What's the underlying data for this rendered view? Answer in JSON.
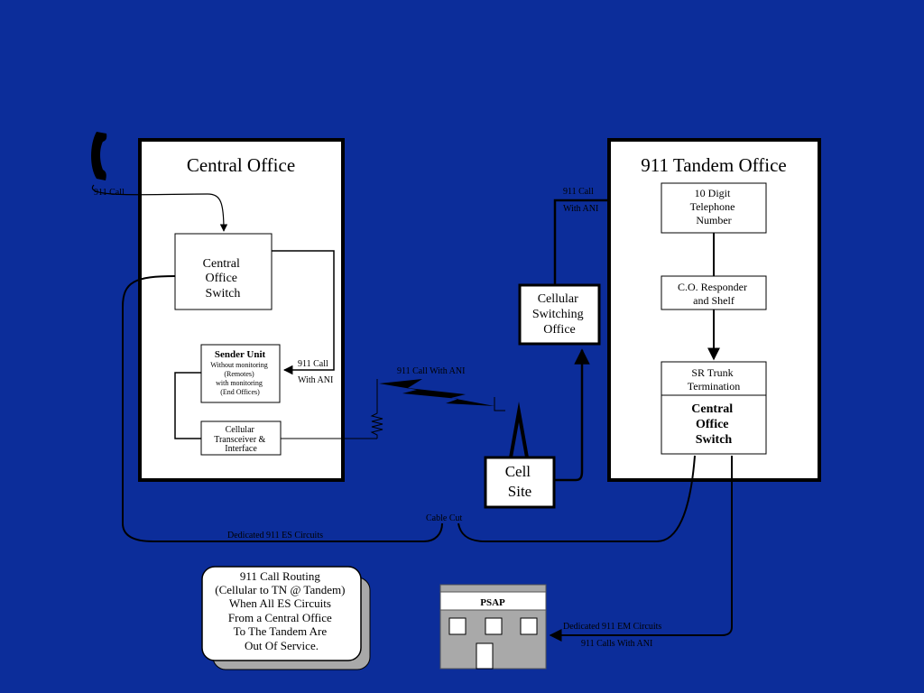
{
  "central_office": {
    "title": "Central Office",
    "switch": [
      "Central",
      "Office",
      "Switch"
    ],
    "sender_unit": {
      "title": "Sender Unit",
      "lines": [
        "Without monitoring",
        "(Remotes)",
        "with monitoring",
        "(End Offices)"
      ]
    },
    "cellular_transceiver": [
      "Cellular",
      "Transceiver &",
      "Interface"
    ]
  },
  "tandem_office": {
    "title": "911 Tandem Office",
    "ten_digit": [
      "10 Digit",
      "Telephone",
      "Number"
    ],
    "responder": [
      "C.O. Responder",
      "and Shelf"
    ],
    "sr_trunk": [
      "SR Trunk",
      "Termination"
    ],
    "switch": [
      "Central",
      "Office",
      "Switch"
    ]
  },
  "cellular_switching_office": [
    "Cellular",
    "Switching",
    "Office"
  ],
  "cell_site": [
    "Cell",
    "Site"
  ],
  "psap": {
    "label": "PSAP"
  },
  "labels": {
    "call_in": "911 Call",
    "sender_call": "911 Call",
    "sender_ani": "With ANI",
    "radio": "911 Call With ANI",
    "cso_call": "911 Call",
    "cso_ani": "With ANI",
    "es_circuits": "Dedicated 911 ES Circuits",
    "cable_cut": "Cable Cut",
    "em_circuits": "Dedicated 911 EM Circuits",
    "em_calls": "911 Calls With ANI"
  },
  "callout": [
    "911 Call Routing",
    "(Cellular to TN @ Tandem)",
    "When All ES Circuits",
    "From a Central Office",
    "To The Tandem Are",
    "Out Of Service."
  ],
  "colors": {
    "background": "#0c2d9a",
    "box": "#ffffff",
    "line": "#000000",
    "building": "#a9a9a9"
  },
  "icons": [
    "telephone-handset-icon",
    "lightning-bolt-icon",
    "antenna-coil-icon",
    "cell-tower-icon",
    "psap-building-icon"
  ]
}
